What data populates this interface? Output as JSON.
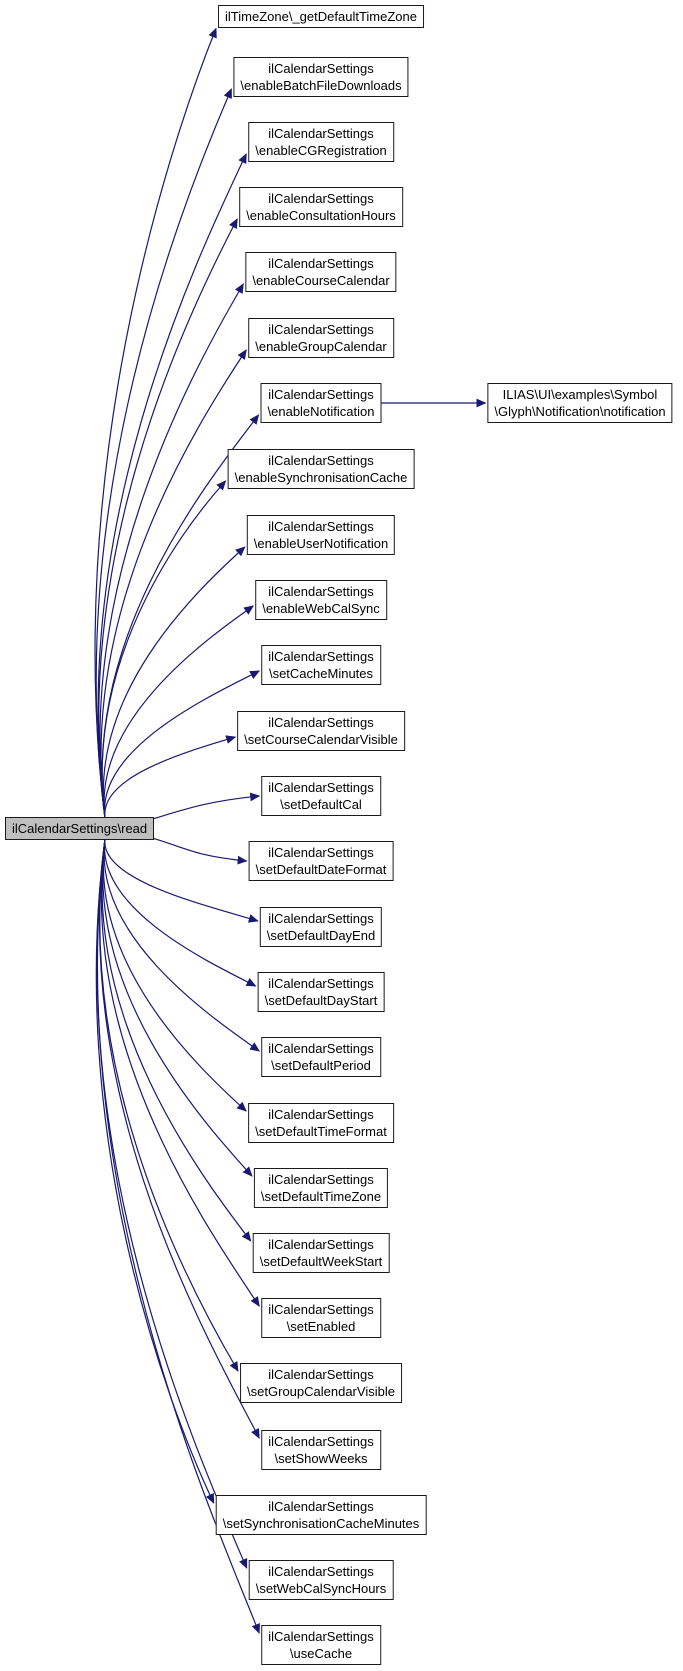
{
  "diagram": {
    "kind": "doxygen-call-graph",
    "root_function": "ilCalendarSettings\\read"
  },
  "colors": {
    "edge": "#191970",
    "node_fill": "#ffffff",
    "node_border": "#1b1b1b",
    "highlight_fill": "#bfbfbf",
    "text": "#000000"
  },
  "nodes": [
    {
      "id": "read",
      "label": "ilCalendarSettings\\read"
    },
    {
      "id": "getDefaultTimeZone",
      "label": "ilTimeZone\\_getDefaultTimeZone"
    },
    {
      "id": "enableBatchFileDownloads",
      "label": "ilCalendarSettings\n\\enableBatchFileDownloads"
    },
    {
      "id": "enableCGRegistration",
      "label": "ilCalendarSettings\n\\enableCGRegistration"
    },
    {
      "id": "enableConsultationHours",
      "label": "ilCalendarSettings\n\\enableConsultationHours"
    },
    {
      "id": "enableCourseCalendar",
      "label": "ilCalendarSettings\n\\enableCourseCalendar"
    },
    {
      "id": "enableGroupCalendar",
      "label": "ilCalendarSettings\n\\enableGroupCalendar"
    },
    {
      "id": "enableNotification",
      "label": "ilCalendarSettings\n\\enableNotification"
    },
    {
      "id": "notification",
      "label": "ILIAS\\UI\\examples\\Symbol\n\\Glyph\\Notification\\notification"
    },
    {
      "id": "enableSynchronisationCache",
      "label": "ilCalendarSettings\n\\enableSynchronisationCache"
    },
    {
      "id": "enableUserNotification",
      "label": "ilCalendarSettings\n\\enableUserNotification"
    },
    {
      "id": "enableWebCalSync",
      "label": "ilCalendarSettings\n\\enableWebCalSync"
    },
    {
      "id": "setCacheMinutes",
      "label": "ilCalendarSettings\n\\setCacheMinutes"
    },
    {
      "id": "setCourseCalendarVisible",
      "label": "ilCalendarSettings\n\\setCourseCalendarVisible"
    },
    {
      "id": "setDefaultCal",
      "label": "ilCalendarSettings\n\\setDefaultCal"
    },
    {
      "id": "setDefaultDateFormat",
      "label": "ilCalendarSettings\n\\setDefaultDateFormat"
    },
    {
      "id": "setDefaultDayEnd",
      "label": "ilCalendarSettings\n\\setDefaultDayEnd"
    },
    {
      "id": "setDefaultDayStart",
      "label": "ilCalendarSettings\n\\setDefaultDayStart"
    },
    {
      "id": "setDefaultPeriod",
      "label": "ilCalendarSettings\n\\setDefaultPeriod"
    },
    {
      "id": "setDefaultTimeFormat",
      "label": "ilCalendarSettings\n\\setDefaultTimeFormat"
    },
    {
      "id": "setDefaultTimeZone",
      "label": "ilCalendarSettings\n\\setDefaultTimeZone"
    },
    {
      "id": "setDefaultWeekStart",
      "label": "ilCalendarSettings\n\\setDefaultWeekStart"
    },
    {
      "id": "setEnabled",
      "label": "ilCalendarSettings\n\\setEnabled"
    },
    {
      "id": "setGroupCalendarVisible",
      "label": "ilCalendarSettings\n\\setGroupCalendarVisible"
    },
    {
      "id": "setShowWeeks",
      "label": "ilCalendarSettings\n\\setShowWeeks"
    },
    {
      "id": "setSynchronisationCacheMinutes",
      "label": "ilCalendarSettings\n\\setSynchronisationCacheMinutes"
    },
    {
      "id": "setWebCalSyncHours",
      "label": "ilCalendarSettings\n\\setWebCalSyncHours"
    },
    {
      "id": "useCache",
      "label": "ilCalendarSettings\n\\useCache"
    }
  ],
  "edges": [
    {
      "from": "read",
      "to": "getDefaultTimeZone"
    },
    {
      "from": "read",
      "to": "enableBatchFileDownloads"
    },
    {
      "from": "read",
      "to": "enableCGRegistration"
    },
    {
      "from": "read",
      "to": "enableConsultationHours"
    },
    {
      "from": "read",
      "to": "enableCourseCalendar"
    },
    {
      "from": "read",
      "to": "enableGroupCalendar"
    },
    {
      "from": "read",
      "to": "enableNotification"
    },
    {
      "from": "read",
      "to": "enableSynchronisationCache"
    },
    {
      "from": "read",
      "to": "enableUserNotification"
    },
    {
      "from": "read",
      "to": "enableWebCalSync"
    },
    {
      "from": "read",
      "to": "setCacheMinutes"
    },
    {
      "from": "read",
      "to": "setCourseCalendarVisible"
    },
    {
      "from": "read",
      "to": "setDefaultCal"
    },
    {
      "from": "read",
      "to": "setDefaultDateFormat"
    },
    {
      "from": "read",
      "to": "setDefaultDayEnd"
    },
    {
      "from": "read",
      "to": "setDefaultDayStart"
    },
    {
      "from": "read",
      "to": "setDefaultPeriod"
    },
    {
      "from": "read",
      "to": "setDefaultTimeFormat"
    },
    {
      "from": "read",
      "to": "setDefaultTimeZone"
    },
    {
      "from": "read",
      "to": "setDefaultWeekStart"
    },
    {
      "from": "read",
      "to": "setEnabled"
    },
    {
      "from": "read",
      "to": "setGroupCalendarVisible"
    },
    {
      "from": "read",
      "to": "setShowWeeks"
    },
    {
      "from": "read",
      "to": "setSynchronisationCacheMinutes"
    },
    {
      "from": "read",
      "to": "setWebCalSyncHours"
    },
    {
      "from": "read",
      "to": "useCache"
    },
    {
      "from": "enableNotification",
      "to": "notification"
    }
  ]
}
